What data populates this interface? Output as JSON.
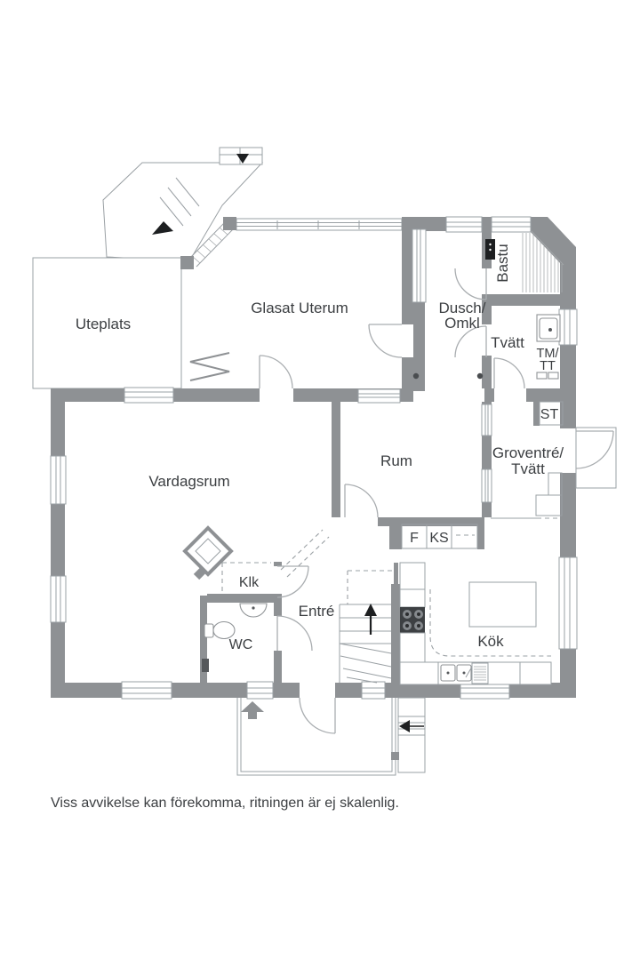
{
  "floorplan": {
    "disclaimer": "Viss avvikelse kan förekomma, ritningen är ej skalenlig.",
    "colors": {
      "wall": "#8e9194",
      "line": "#9aa0a4",
      "dark": "#1d1f21",
      "text": "#3b3e41",
      "background": "#ffffff"
    },
    "rooms": {
      "uteplats": "Uteplats",
      "glasat_uterum": "Glasat Uterum",
      "dusch1": "Dusch/",
      "dusch2": "Omkl",
      "bastu": "Bastu",
      "tvatt": "Tvätt",
      "tm1": "TM/",
      "tm2": "TT",
      "st": "ST",
      "gro1": "Groventré/",
      "gro2": "Tvätt",
      "vardagsrum": "Vardagsrum",
      "rum": "Rum",
      "f": "F",
      "ks": "KS",
      "klk": "Klk",
      "wc": "WC",
      "entre": "Entré",
      "kok": "Kök"
    },
    "icons": {
      "stair_up_arrow": "▲",
      "deck_down_arrow": "▼",
      "outdoor_steps_arrow": "◀",
      "entrance_arrow": "⬆"
    }
  }
}
